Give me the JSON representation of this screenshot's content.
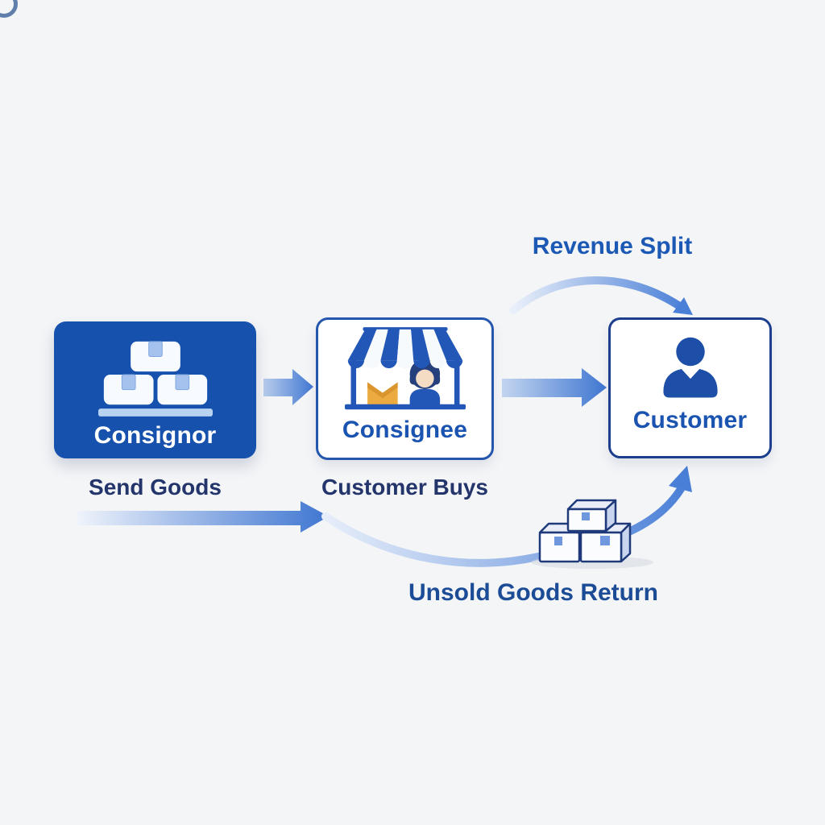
{
  "canvas": {
    "background": "#f4f5f7"
  },
  "nodes": [
    {
      "id": "consignor",
      "label": "Consignor",
      "caption": "Send Goods",
      "icon": "stacked-boxes-shelf-icon",
      "fill": "#1651ad",
      "label_color": "#ffffff",
      "caption_color": "#23356b"
    },
    {
      "id": "consignee",
      "label": "Consignee",
      "caption": "Customer Buys",
      "icon": "market-stall-icon",
      "fill": "#ffffff",
      "border_color": "#2456ae",
      "label_color": "#1a54b0",
      "caption_color": "#23356b"
    },
    {
      "id": "customer",
      "label": "Customer",
      "icon": "person-icon",
      "fill": "#ffffff",
      "border_color": "#1c3e8c",
      "label_color": "#1a54b0"
    }
  ],
  "flows": [
    {
      "id": "consignor-to-consignee",
      "type": "straight-arrow"
    },
    {
      "id": "consignee-to-customer",
      "type": "straight-arrow"
    },
    {
      "id": "send-goods-arrow",
      "type": "straight-arrow"
    },
    {
      "id": "revenue-split",
      "label": "Revenue Split",
      "label_color": "#1b59b4",
      "type": "curved-arrow"
    },
    {
      "id": "unsold-goods-return",
      "label": "Unsold Goods Return",
      "label_color": "#1d4c97",
      "type": "curved-arrow",
      "icon": "returned-boxes-3d-icon"
    }
  ],
  "colors": {
    "arrow_gradient_start": "#e7eefa",
    "arrow_gradient_end": "#4a7fd7",
    "awning_blue": "#2257b8",
    "package_orange": "#ecab41",
    "box_outline_navy": "#1e3a7a"
  }
}
